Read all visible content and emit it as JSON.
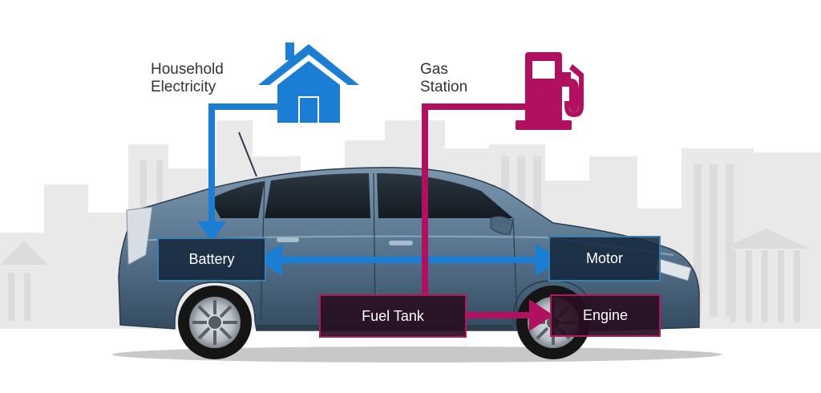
{
  "sources": {
    "household": {
      "line1": "Household",
      "line2": "Electricity",
      "icon": "house-icon"
    },
    "gas": {
      "line1": "Gas",
      "line2": "Station",
      "icon": "fuel-pump-icon"
    }
  },
  "components": {
    "battery": "Battery",
    "motor": "Motor",
    "fuel_tank": "Fuel Tank",
    "engine": "Engine"
  },
  "colors": {
    "electric": "#1a7fd4",
    "fuel": "#b0105e",
    "skyline": "#e6e6e6",
    "car_body": "#5a7a95"
  }
}
